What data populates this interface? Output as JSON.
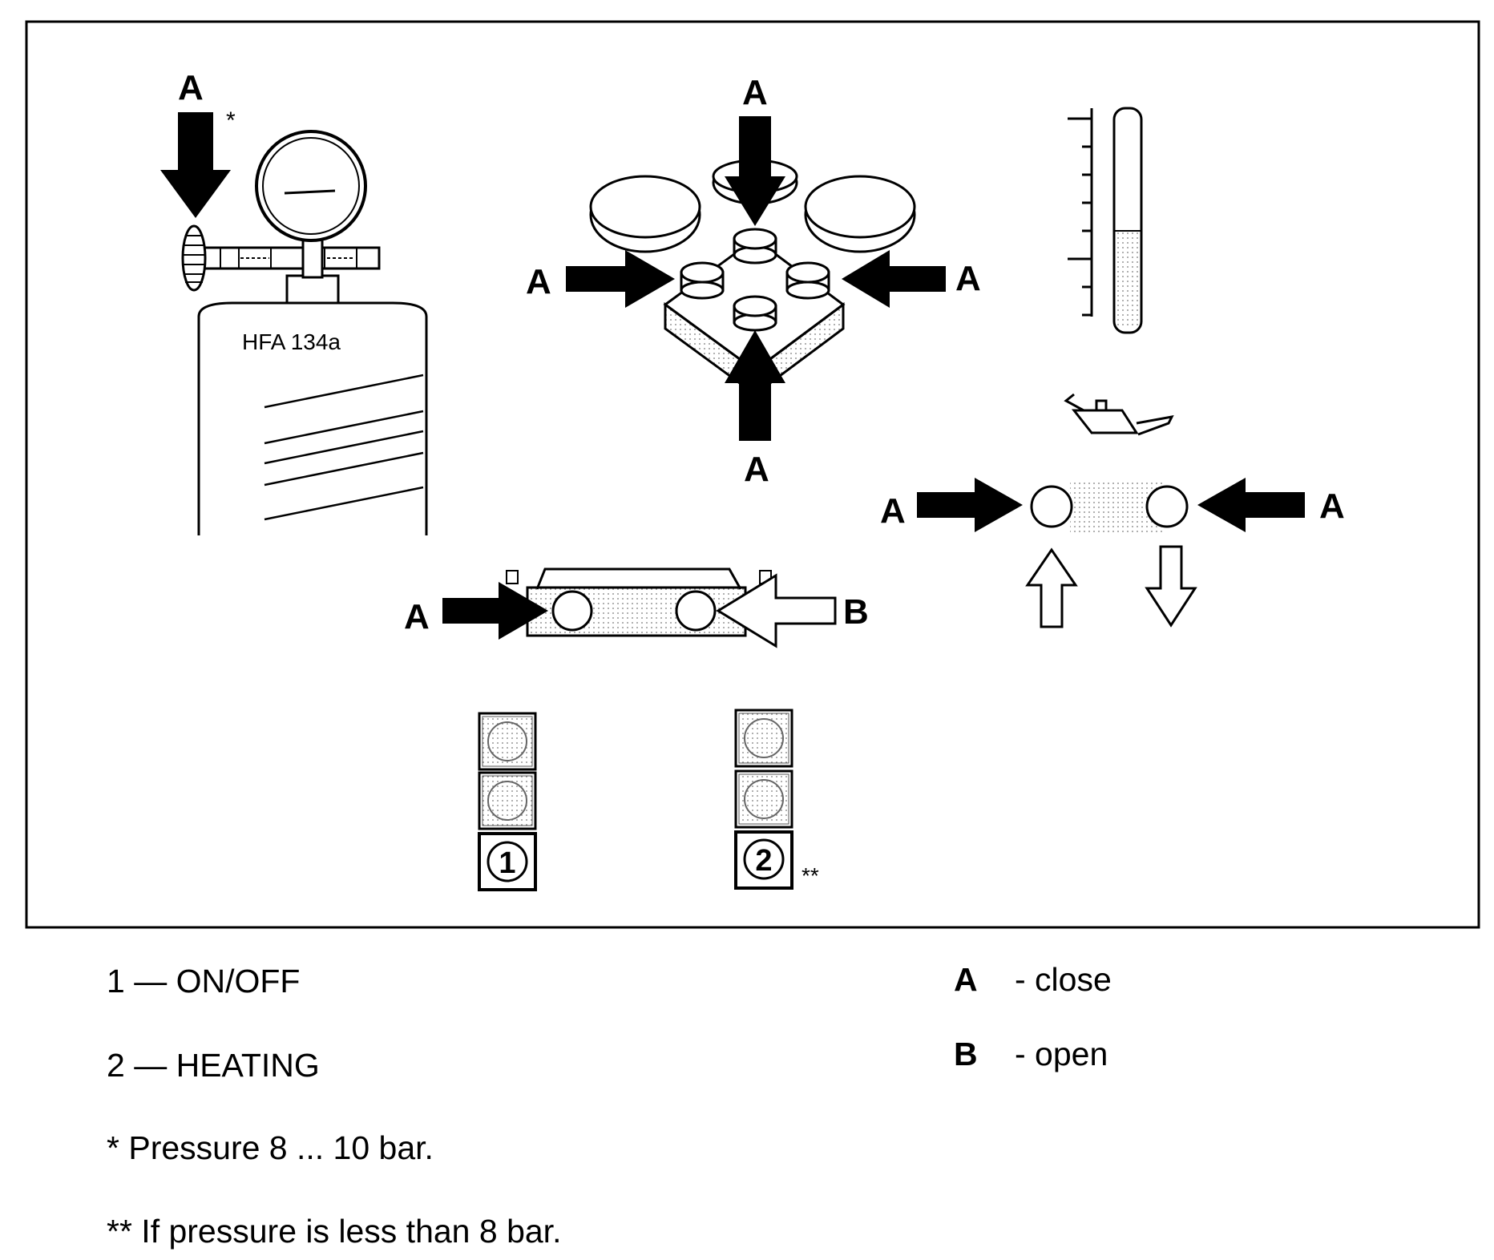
{
  "labels": {
    "close": "A",
    "open": "B",
    "pressure_mark": "*",
    "low_pressure_mark": "**",
    "button_on_off": "1",
    "button_heating": "2"
  },
  "cylinder": {
    "text": "HFA 134a"
  },
  "legend": {
    "items_left": [
      "1 — ON/OFF",
      "2 — HEATING"
    ],
    "notes": [
      "* Pressure 8 ... 10 bar.",
      "** If pressure is less than 8 bar."
    ],
    "items_right": [
      {
        "key": "A",
        "value": "- close"
      },
      {
        "key": "B",
        "value": "- open"
      }
    ]
  }
}
